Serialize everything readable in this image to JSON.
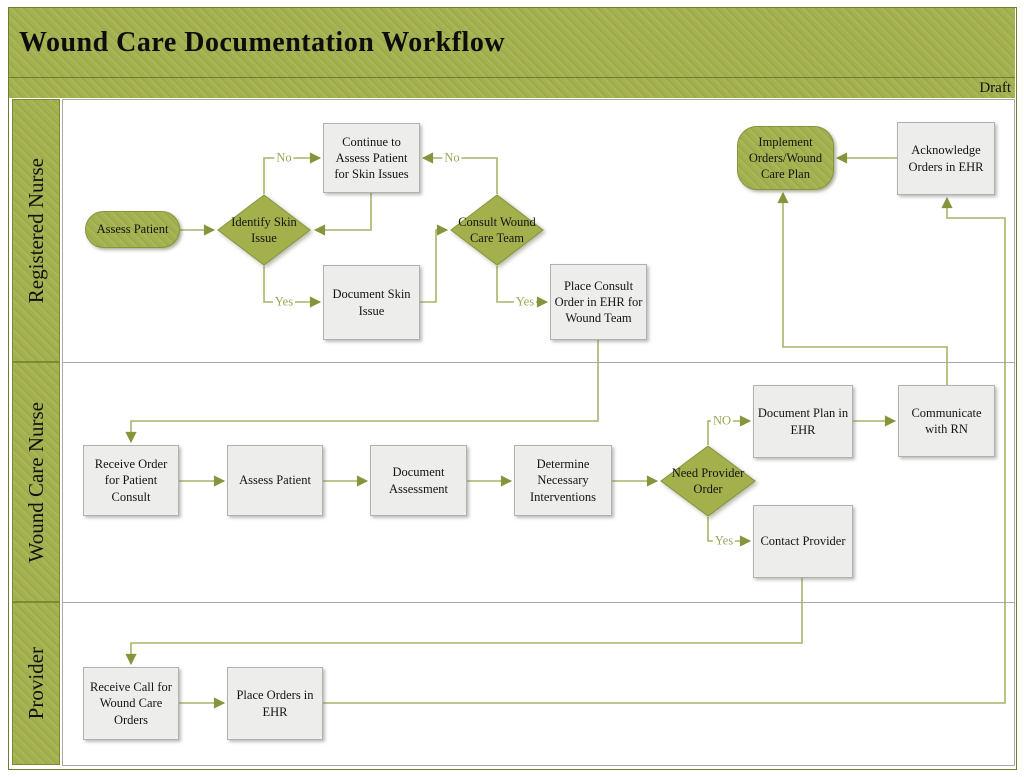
{
  "title": "Wound Care Documentation Workflow",
  "status_label": "Draft",
  "colors": {
    "olive_fill": "#a4b14e",
    "olive_border": "#86943c",
    "connector_line": "#a9b46a",
    "arrowhead": "#85953c",
    "process_fill": "#ededeb",
    "process_border": "#b2b2ad"
  },
  "lanes": [
    {
      "label": "Registered Nurse",
      "nodes": [
        {
          "id": "assess-patient",
          "type": "terminator",
          "label": "Assess Patient"
        },
        {
          "id": "identify-skin-issue",
          "type": "decision",
          "label": "Identify Skin Issue"
        },
        {
          "id": "continue-to-assess",
          "type": "process",
          "label": "Continue to Assess Patient for Skin Issues"
        },
        {
          "id": "document-skin-issue",
          "type": "process",
          "label": "Document Skin Issue"
        },
        {
          "id": "consult-wound-care-team",
          "type": "decision",
          "label": "Consult Wound Care Team"
        },
        {
          "id": "place-consult-order",
          "type": "process",
          "label": "Place Consult Order in EHR for Wound Team"
        },
        {
          "id": "implement-orders",
          "type": "terminator",
          "label": "Implement Orders/Wound Care Plan"
        },
        {
          "id": "acknowledge-orders",
          "type": "process",
          "label": "Acknowledge Orders in EHR"
        }
      ]
    },
    {
      "label": "Wound Care Nurse",
      "nodes": [
        {
          "id": "receive-order",
          "type": "process",
          "label": "Receive Order for Patient Consult"
        },
        {
          "id": "assess-patient-wcn",
          "type": "process",
          "label": "Assess Patient"
        },
        {
          "id": "document-assessment",
          "type": "process",
          "label": "Document Assessment"
        },
        {
          "id": "determine-interventions",
          "type": "process",
          "label": "Determine Necessary Interventions"
        },
        {
          "id": "need-provider-order",
          "type": "decision",
          "label": "Need Provider Order"
        },
        {
          "id": "document-plan",
          "type": "process",
          "label": "Document Plan in EHR"
        },
        {
          "id": "communicate-with-rn",
          "type": "process",
          "label": "Communicate with RN"
        },
        {
          "id": "contact-provider",
          "type": "process",
          "label": "Contact Provider"
        }
      ]
    },
    {
      "label": "Provider",
      "nodes": [
        {
          "id": "receive-call",
          "type": "process",
          "label": "Receive Call for Wound Care Orders"
        },
        {
          "id": "place-orders",
          "type": "process",
          "label": "Place Orders in EHR"
        }
      ]
    }
  ],
  "edge_labels": [
    "No",
    "Yes",
    "No",
    "Yes",
    "NO",
    "Yes"
  ]
}
